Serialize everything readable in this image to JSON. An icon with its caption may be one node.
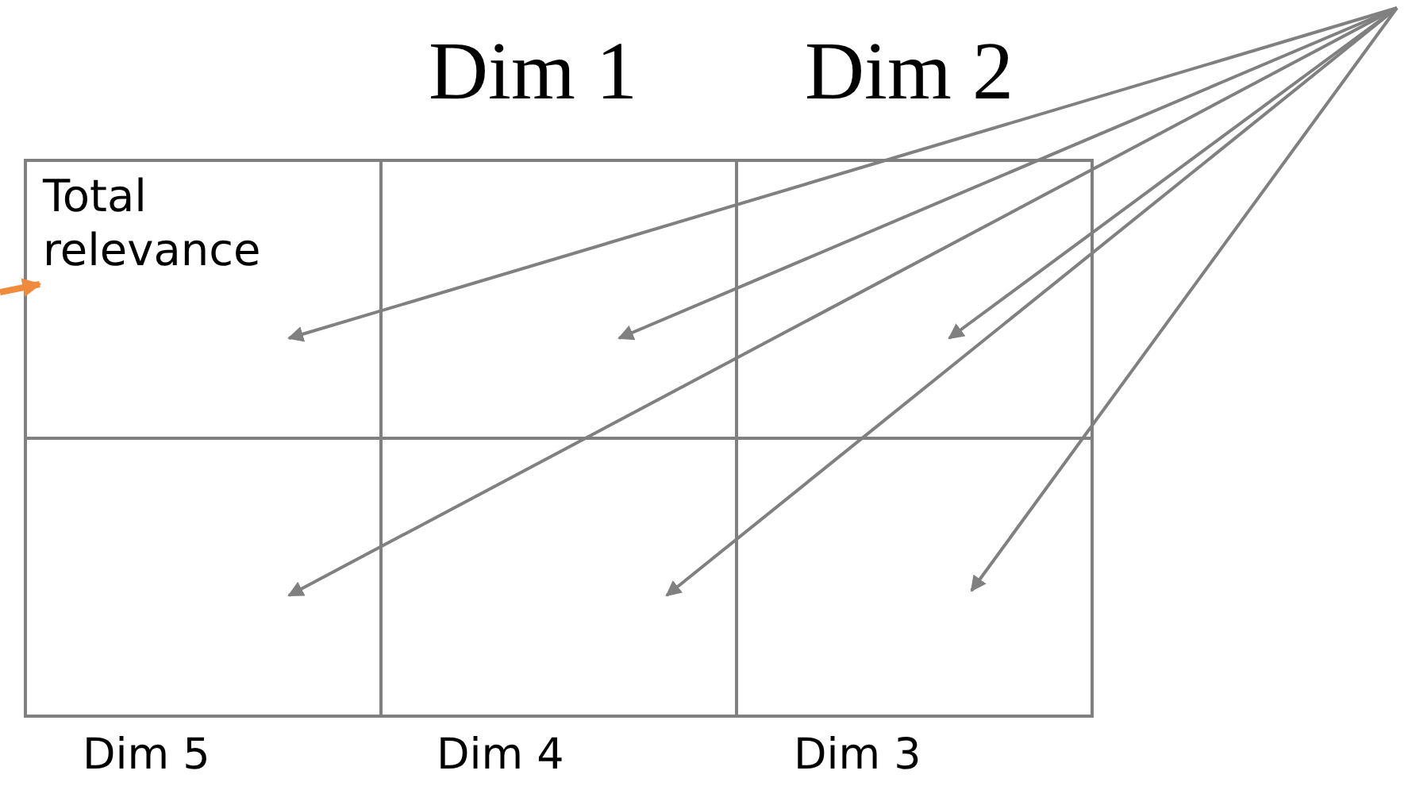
{
  "diagram": {
    "nodes": [
      {
        "text": [
          "Total relevance"
        ]
      },
      {
        "text": [],
        "shape": "box"
      },
      {
        "text": [],
        "shape": "box"
      },
      {
        "text": [],
        "shape": "box"
      },
      {
        "text": [],
        "shape": "box"
      },
      {
        "text": [],
        "shape": "box"
      }
    ],
    "edges": [
      {
        "from": null,
        "to": 0,
        "arrow": "to"
      },
      {
        "from": null,
        "to": 1,
        "arrow": "to"
      },
      {
        "from": null,
        "to": 2,
        "arrow": "to"
      },
      {
        "from": null,
        "to": 3,
        "arrow": "to"
      },
      {
        "from": null,
        "to": 4,
        "arrow": "to"
      },
      {
        "from": null,
        "to": 5,
        "arrow": "to"
      },
      {
        "from": null,
        "to": 0,
        "arrow": "to",
        "color": "#f08a3c",
        "style": "thick"
      }
    ],
    "labels": [
      "Dim 1",
      "Dim 2",
      "Dim 5",
      "Dim 4",
      "Dim 3"
    ]
  }
}
